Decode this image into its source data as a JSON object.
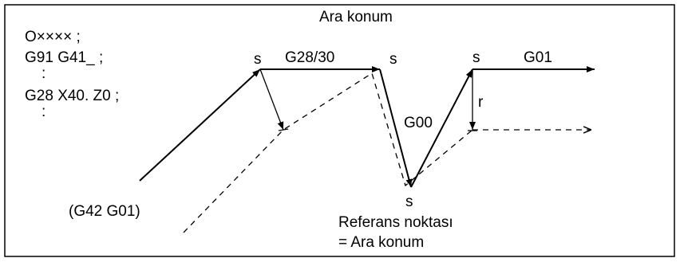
{
  "title": "Ara konum",
  "program_lines": [
    "O×××× ;",
    "G91 G41_ ;",
    ":",
    "G28 X40. Z0 ;",
    ":"
  ],
  "labels": {
    "s1": "s",
    "g28_30": "G28/30",
    "s2": "s",
    "s3": "s",
    "g01": "G01",
    "g00": "G00",
    "r": "r",
    "s_bottom": "s",
    "g42_g01": "(G42 G01)"
  },
  "reference": {
    "line1": "Referans noktası",
    "line2": "= Ara konum"
  },
  "colors": {
    "stroke": "#000000",
    "background": "#ffffff"
  }
}
